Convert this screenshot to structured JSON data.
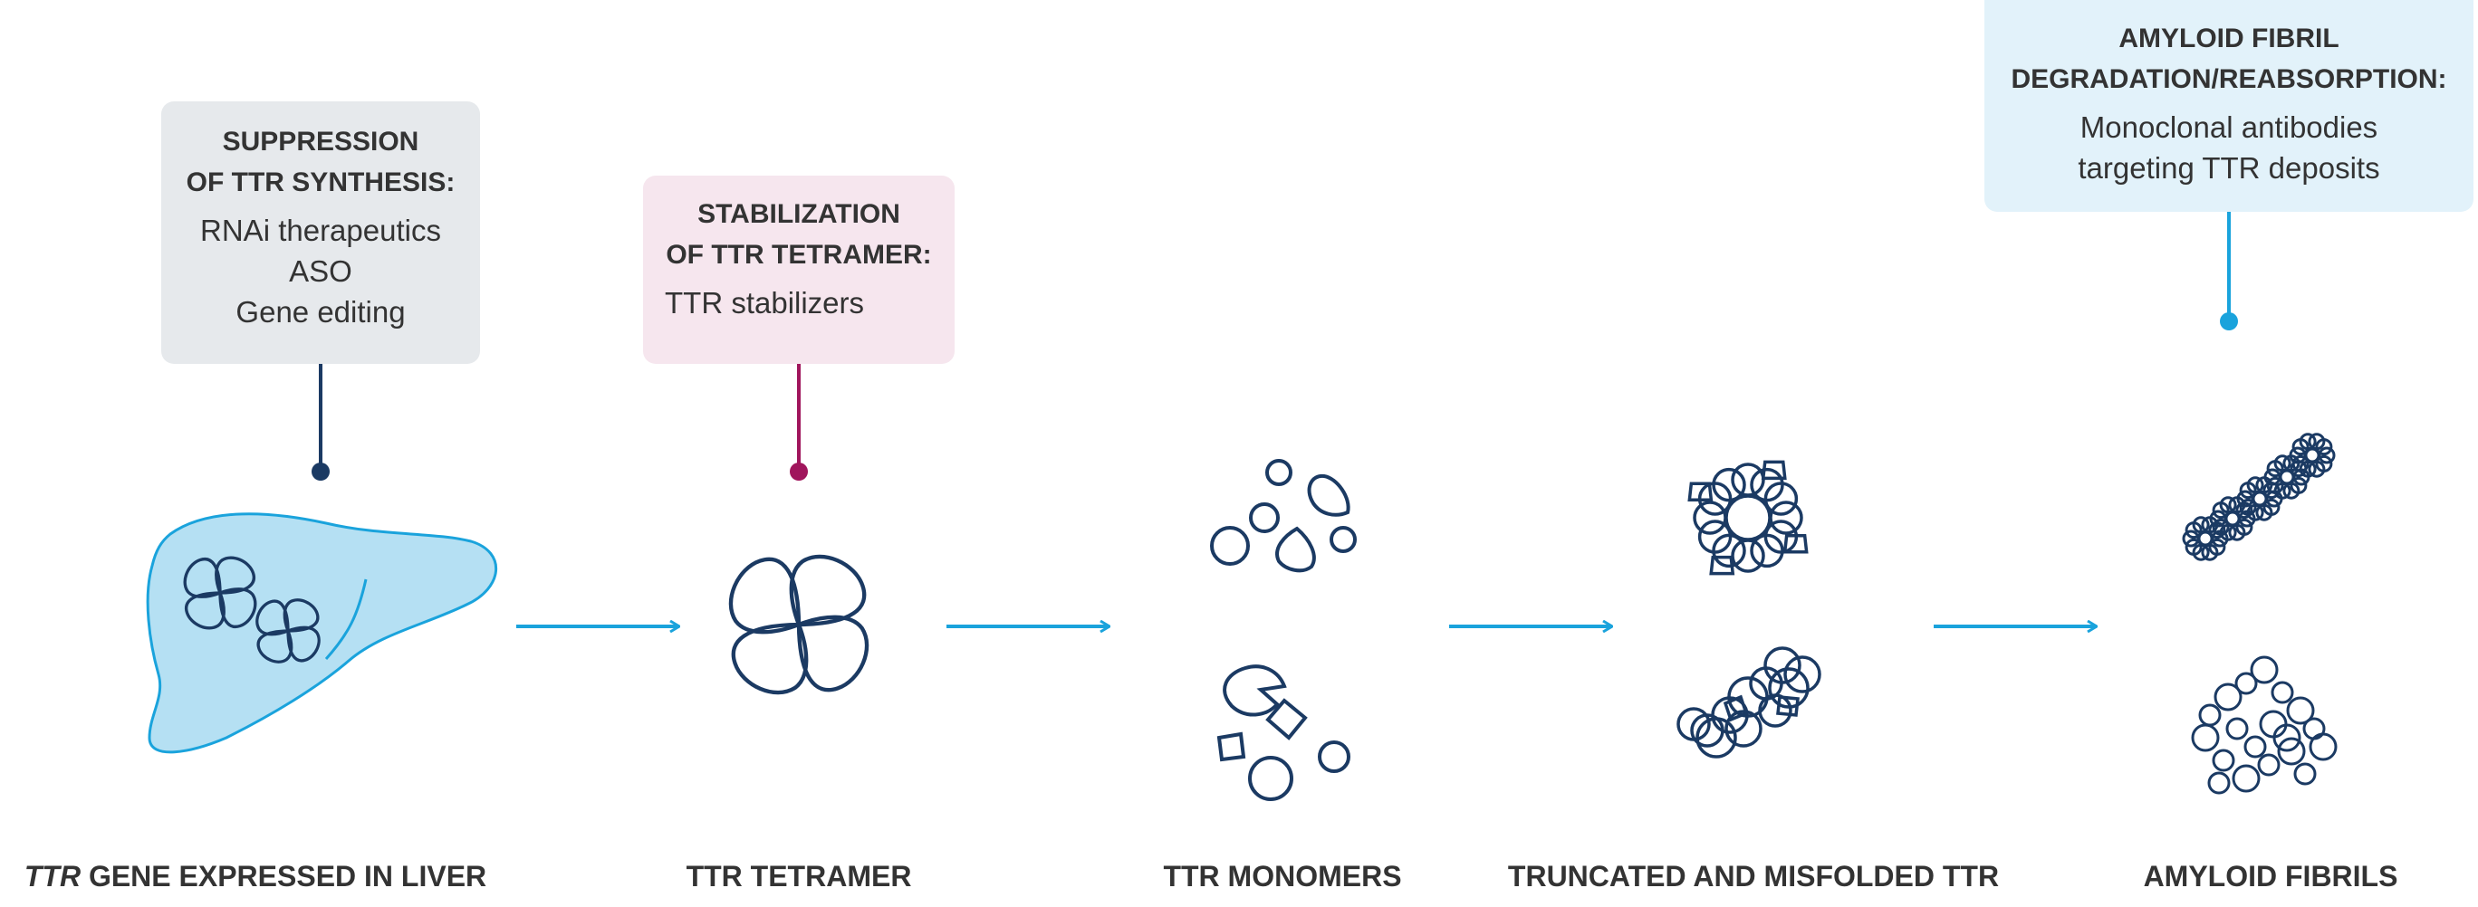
{
  "boxes": {
    "suppression": {
      "title": "SUPPRESSION\nOF TTR SYNTHESIS:",
      "items": "RNAi therapeutics\nASO\nGene editing",
      "color": "#e6e9ec",
      "connector_color": "#1b3a63"
    },
    "stabilization": {
      "title": "STABILIZATION\nOF TTR TETRAMER:",
      "items": "TTR stabilizers",
      "color": "#f6e6ee",
      "connector_color": "#a0155c"
    },
    "degradation": {
      "title": "AMYLOID FIBRIL\nDEGRADATION/REABSORPTION:",
      "items": "Monoclonal antibodies\ntargeting TTR deposits",
      "color": "#e2f2fa",
      "connector_color": "#1aa3dc"
    }
  },
  "stages": {
    "liver": {
      "italic": "TTR",
      "rest": " GENE EXPRESSED IN LIVER"
    },
    "tetramer": "TTR TETRAMER",
    "monomers": "TTR MONOMERS",
    "misfolded": "TRUNCATED AND MISFOLDED TTR",
    "fibrils": "AMYLOID FIBRILS"
  },
  "colors": {
    "navy": "#1b3a63",
    "arrow": "#1aa3dc",
    "liver_fill": "#b5e0f3"
  },
  "icons": {
    "liver": "liver-icon",
    "tetramer": "ttr-tetramer-icon",
    "monomers": "ttr-monomers-icon",
    "misfolded": "misfolded-ttr-icon",
    "fibrils": "amyloid-fibril-icon"
  }
}
